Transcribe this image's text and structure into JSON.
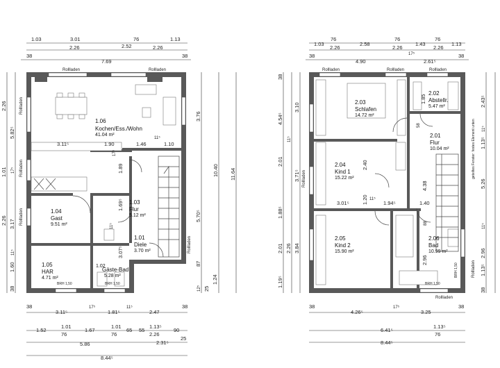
{
  "ground_floor": {
    "top_dims": {
      "row1": [
        "1.03",
        "3.01",
        "76",
        "1.13"
      ],
      "row2": [
        "2.26",
        "2.52",
        "2.26"
      ],
      "row3": [
        "38",
        "7.69",
        "38"
      ]
    },
    "left_dims": [
      "2.26",
      "5.82⁵",
      "1.01",
      "17⁵",
      "3.17",
      "2.26",
      "11⁵",
      "1.60",
      "38"
    ],
    "right_dims": [
      "3.76",
      "10.40",
      "11.64",
      "5.70⁵",
      "87",
      "25",
      "1.24",
      "12⁵"
    ],
    "bottom_dims": {
      "row1": [
        "38",
        "3.11⁵",
        "17⁵",
        "1.81⁵",
        "11⁵",
        "2.47",
        "38"
      ],
      "row2": [
        "1.52",
        "1.01",
        "1.67",
        "1.01",
        "65",
        "55",
        "1.13⁵",
        "90"
      ],
      "row3": [
        "76",
        "76",
        "2.26",
        "25"
      ],
      "row4": [
        "5.86",
        "2.31⁵"
      ],
      "row5": [
        "8.44⁵"
      ]
    },
    "inner_dims": [
      "3.11⁵",
      "1.90",
      "1.46",
      "1.10",
      "11⁵",
      "1.89",
      "1.69⁵",
      "11⁵",
      "3.07⁵",
      "17⁵"
    ],
    "rooms": [
      {
        "num": "1.06",
        "name": "Kochen/Ess./Wohn",
        "area": "41.04 m²"
      },
      {
        "num": "1.04",
        "name": "Gast",
        "area": "9.51 m²"
      },
      {
        "num": "1.03",
        "name": "Flur",
        "area": "5.12 m²"
      },
      {
        "num": "1.01",
        "name": "Diele",
        "area": "3.70 m²"
      },
      {
        "num": "1.05",
        "name": "HAR",
        "area": "4.71 m²"
      },
      {
        "num": "1.02",
        "name": "Gäste-Bad",
        "area": "5.28 m²"
      }
    ],
    "rollladen": [
      "Rollladen",
      "Rollladen",
      "Rollladen",
      "Rollladen",
      "Rollladen",
      "Rollladen"
    ],
    "brh": [
      "BRH 1,50",
      "BRH 1,50"
    ]
  },
  "upper_floor": {
    "top_dims": {
      "row1": [
        "1.03",
        "76",
        "76",
        "1.43",
        "76",
        "1.13"
      ],
      "row2": [
        "2.26",
        "2.58",
        "2.26",
        "17⁵",
        "2.26"
      ],
      "row3": [
        "38",
        "4.90",
        "2.61⁵",
        "38"
      ]
    },
    "left_dims": [
      "38",
      "4.54⁵",
      "3.10",
      "11⁵",
      "2.01",
      "3.71⁵",
      "1.88⁵",
      "2.01",
      "2.26",
      "3.84",
      "1.19⁵"
    ],
    "right_dims": [
      "2.43⁵",
      "11⁵",
      "1.13⁵",
      "5.26",
      "11⁵",
      "2.96",
      "1.13⁵",
      "38"
    ],
    "bottom_dims": {
      "row1": [
        "38",
        "4.26⁵",
        "17⁵",
        "3.25",
        "38"
      ],
      "row2": [
        "6.41⁵",
        "1.13⁵"
      ],
      "row3": [
        "76"
      ],
      "row4": [
        "8.44⁵"
      ]
    },
    "inner_dims": [
      "1.85",
      "58",
      "2.40",
      "4.38",
      "3.01⁵",
      "1.94⁵",
      "1.20",
      "11⁵",
      "1.40",
      "88",
      "2.96"
    ],
    "rooms": [
      {
        "num": "2.03",
        "name": "Schlafen",
        "area": "14.72 m²"
      },
      {
        "num": "2.02",
        "name": "Abstellr.",
        "area": "5.47 m²"
      },
      {
        "num": "2.01",
        "name": "Flur",
        "area": "10.04 m²"
      },
      {
        "num": "2.04",
        "name": "Kind 1",
        "area": "15.22 m²"
      },
      {
        "num": "2.05",
        "name": "Kind 2",
        "area": "15.90 m²"
      },
      {
        "num": "2.06",
        "name": "Bad",
        "area": "10.99 m²"
      }
    ],
    "rollladen": [
      "Rollladen",
      "Rollladen",
      "Rollladen",
      "Rollladen",
      "Rollladen",
      "Rollladen"
    ],
    "brh": [
      "BRH 1,50",
      "BRH 1,50"
    ],
    "note": "geteiltes Fenster: festes Element unten"
  }
}
